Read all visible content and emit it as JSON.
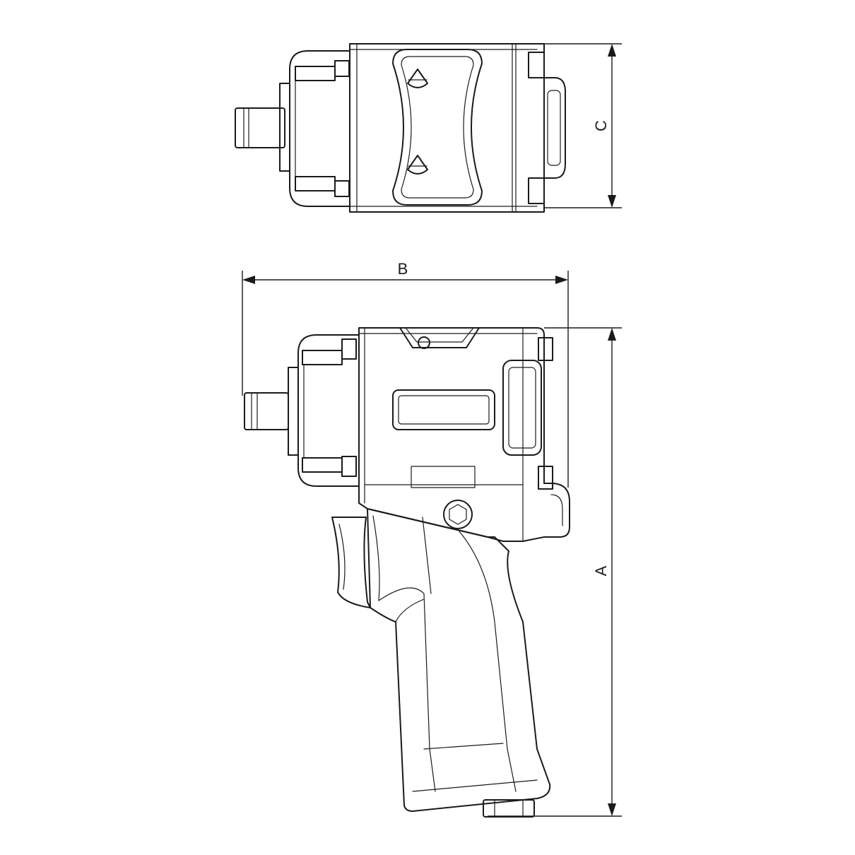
{
  "dimensions": {
    "a_label": "A",
    "b_label": "B",
    "c_label": "C"
  },
  "views": [
    {
      "view": "top"
    },
    {
      "view": "side"
    }
  ],
  "colors": {
    "line": "#1a1a1a",
    "background": "#ffffff"
  }
}
